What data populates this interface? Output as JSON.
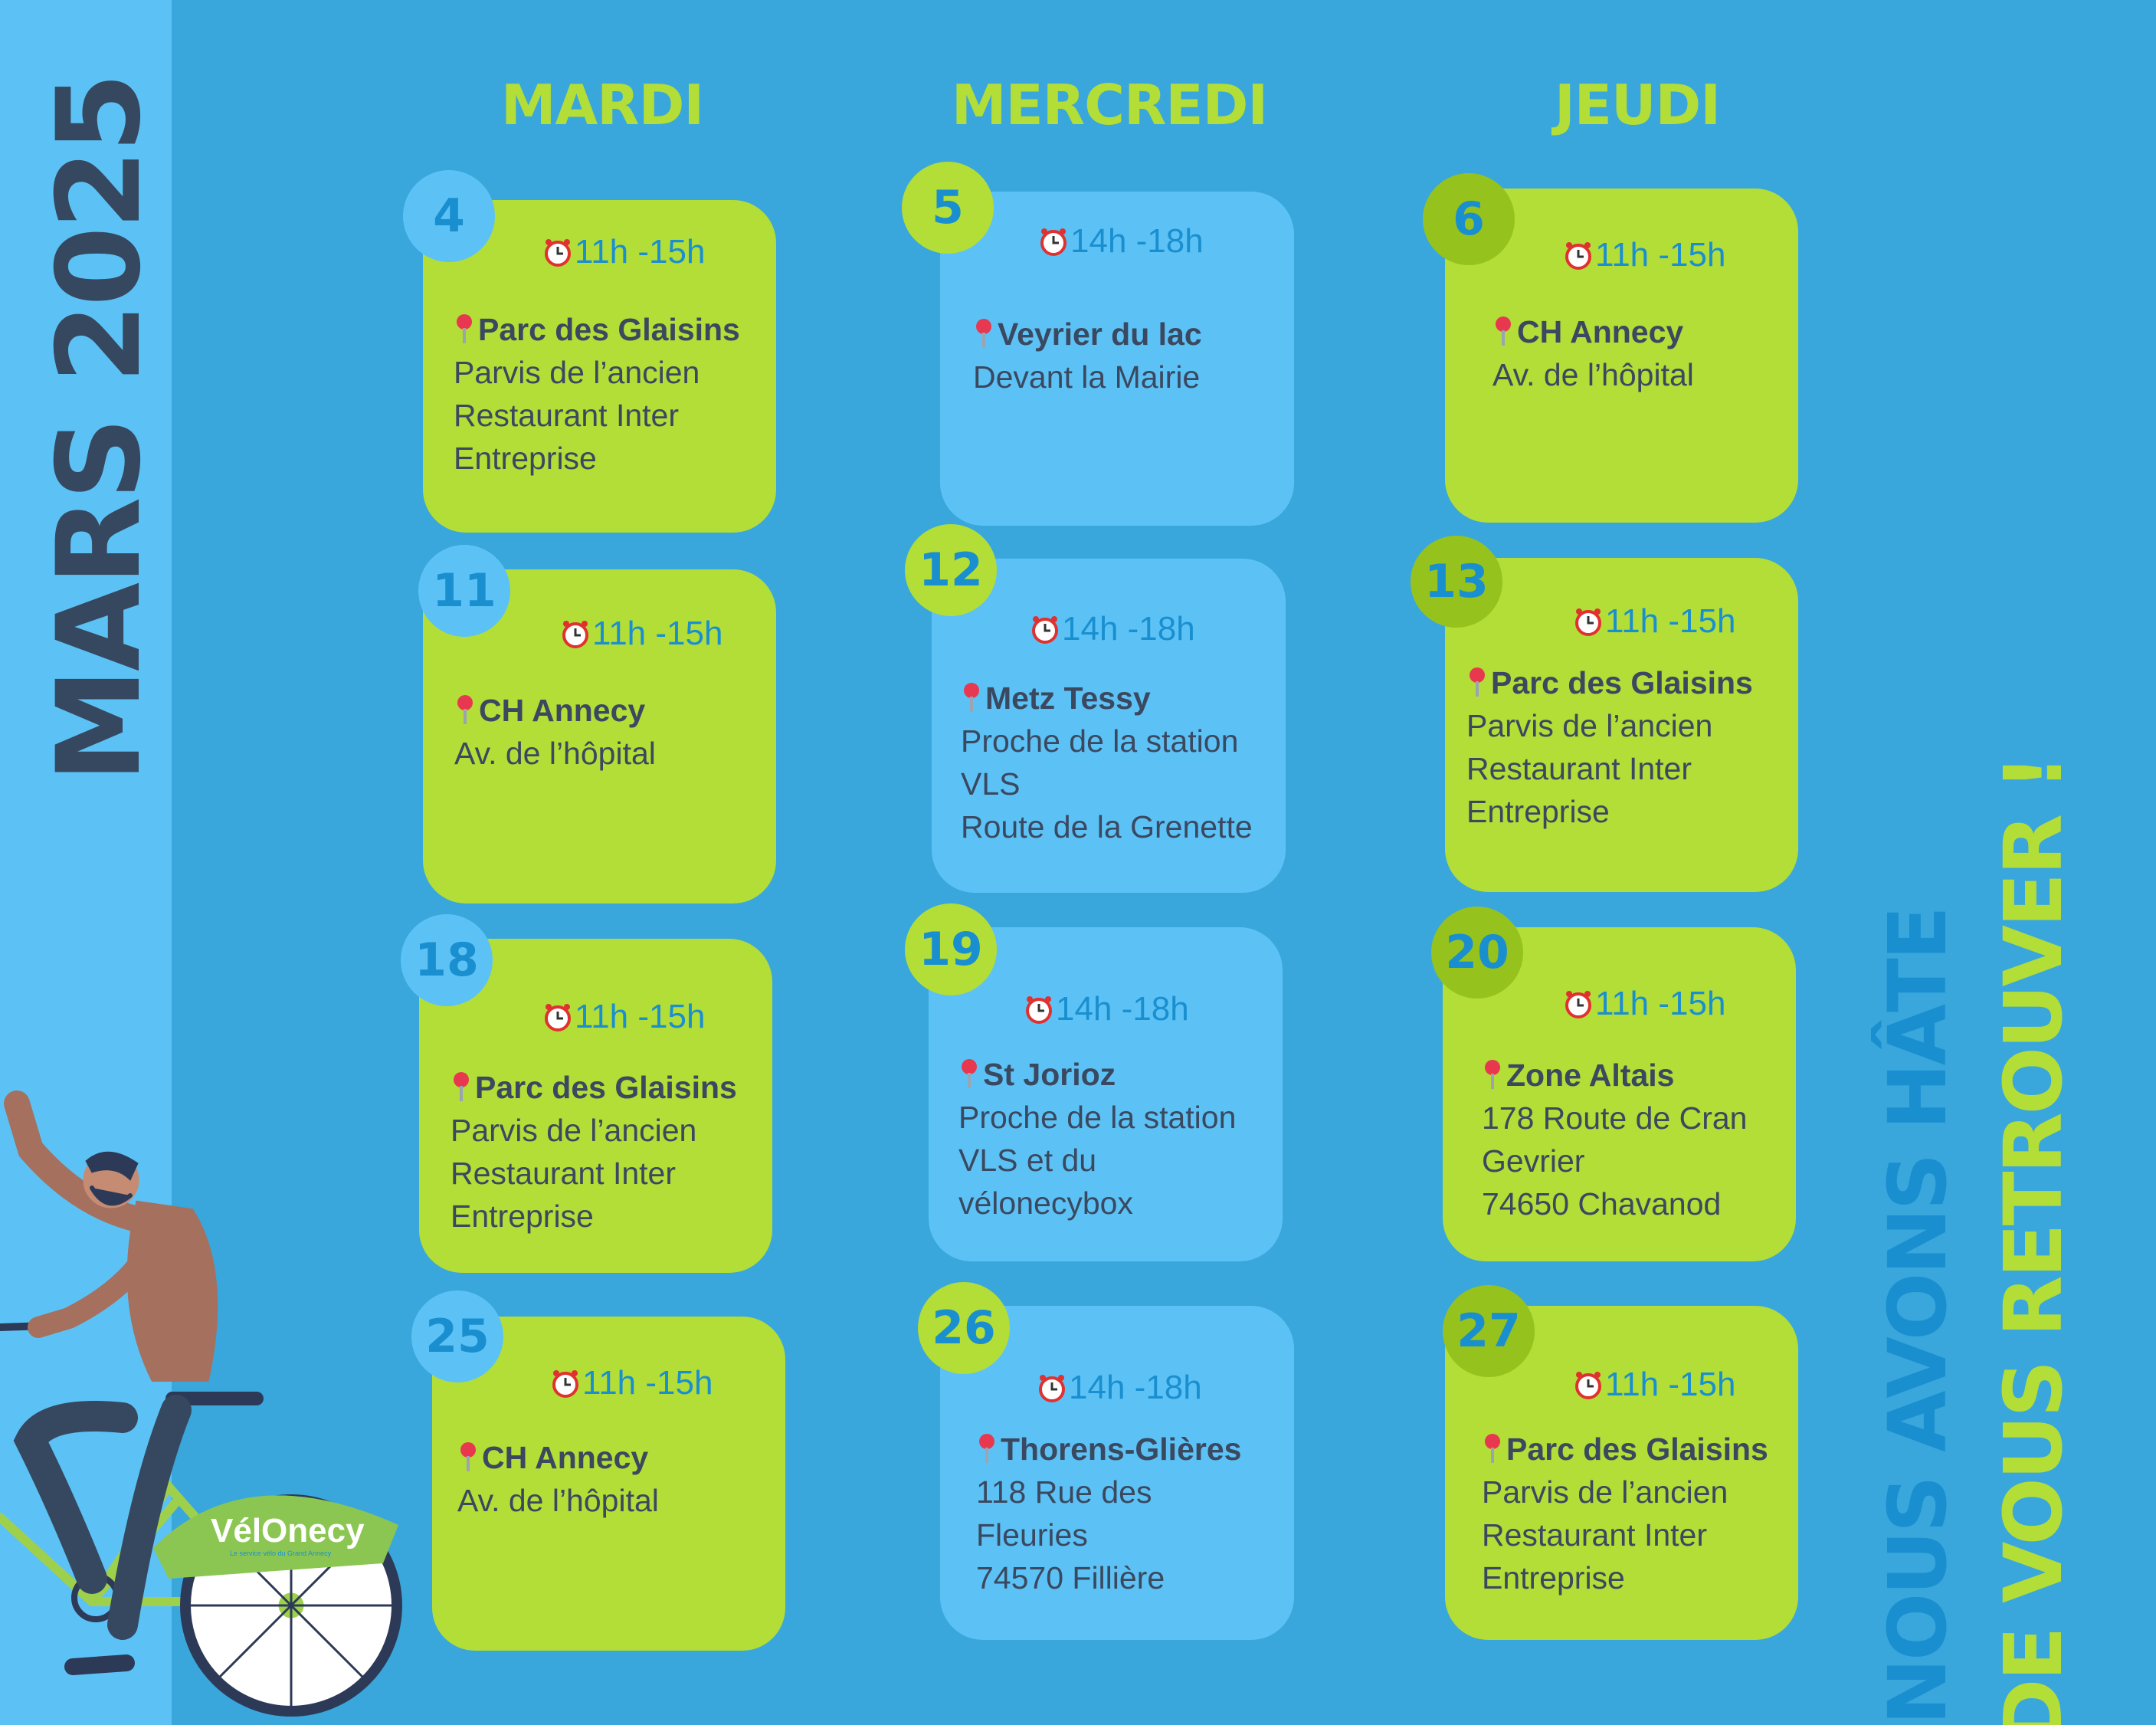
{
  "month_title": "MARS 2025",
  "days": {
    "tuesday": "MARDI",
    "wednesday": "MERCREDI",
    "thursday": "JEUDI"
  },
  "events": [
    {
      "date": "4",
      "time": "11h -15h",
      "place": "Parc des Glaisins",
      "lines": [
        "Parvis de l’ancien",
        "Restaurant Inter",
        "Entreprise"
      ]
    },
    {
      "date": "5",
      "time": "14h -18h",
      "place": " Veyrier du lac",
      "lines": [
        "Devant la Mairie"
      ]
    },
    {
      "date": "6",
      "time": "11h -15h",
      "place": "CH Annecy",
      "lines": [
        "Av. de l’hôpital"
      ]
    },
    {
      "date": "11",
      "time": "11h -15h",
      "place": "CH Annecy",
      "lines": [
        "Av. de l’hôpital"
      ]
    },
    {
      "date": "12",
      "time": "14h -18h",
      "place": "Metz Tessy",
      "lines": [
        "Proche de la station",
        "VLS",
        "Route de la Grenette"
      ]
    },
    {
      "date": "13",
      "time": "11h -15h",
      "place": "Parc des Glaisins",
      "lines": [
        "Parvis de l’ancien",
        "Restaurant Inter",
        "Entreprise"
      ]
    },
    {
      "date": "18",
      "time": "11h -15h",
      "place": "Parc des Glaisins",
      "lines": [
        "Parvis de l’ancien",
        "Restaurant Inter",
        "Entreprise"
      ]
    },
    {
      "date": "19",
      "time": "14h -18h",
      "place": "St Jorioz",
      "lines": [
        "Proche de la station",
        "VLS et du",
        "vélonecybox"
      ]
    },
    {
      "date": "20",
      "time": "11h -15h",
      "place": "Zone Altais",
      "lines": [
        "178 Route de Cran",
        "Gevrier",
        "74650 Chavanod"
      ]
    },
    {
      "date": "25",
      "time": "11h -15h",
      "place": "CH Annecy",
      "lines": [
        "Av. de l’hôpital"
      ]
    },
    {
      "date": "26",
      "time": "14h -18h",
      "place": "Thorens-Glières",
      "lines": [
        "118 Rue des",
        "Fleuries",
        "74570 Fillière"
      ]
    },
    {
      "date": "27",
      "time": "11h -15h",
      "place": "Parc des Glaisins",
      "lines": [
        "Parvis de l’ancien",
        "Restaurant Inter",
        "Entreprise"
      ]
    }
  ],
  "slogan": {
    "line1": "NOUS AVONS HÂTE",
    "line2": "DE VOUS RETROUVER !"
  },
  "logo": {
    "brand": "VélOnecy",
    "tagline": "Le service vélo du Grand Annecy"
  },
  "colors": {
    "background": "#39a7dc",
    "strip": "#5cc2f5",
    "green_card": "#b3dd37",
    "blue_card": "#5cc2f5",
    "title": "#36485f",
    "accent_blue": "#1a8fd0"
  },
  "icons": {
    "time": "alarm-clock-icon",
    "location": "map-pin-icon"
  }
}
